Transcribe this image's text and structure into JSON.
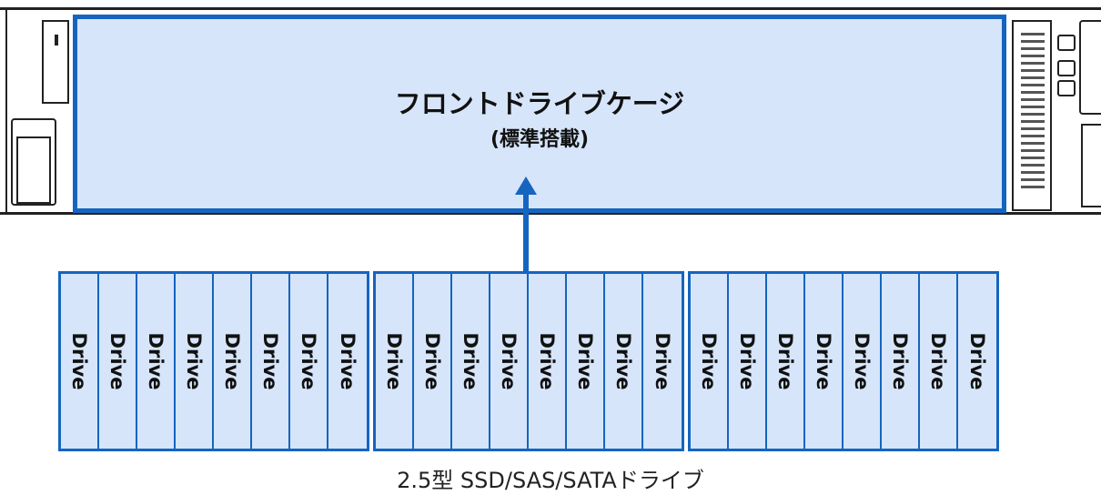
{
  "cage": {
    "title": "フロントドライブケージ",
    "subtitle": "(標準搭載)"
  },
  "drive_label": "Drive",
  "bays": [
    {
      "drives": [
        "Drive",
        "Drive",
        "Drive",
        "Drive",
        "Drive",
        "Drive",
        "Drive",
        "Drive"
      ]
    },
    {
      "drives": [
        "Drive",
        "Drive",
        "Drive",
        "Drive",
        "Drive",
        "Drive",
        "Drive",
        "Drive"
      ]
    },
    {
      "drives": [
        "Drive",
        "Drive",
        "Drive",
        "Drive",
        "Drive",
        "Drive",
        "Drive",
        "Drive"
      ]
    }
  ],
  "caption": "2.5型 SSD/SAS/SATAドライブ",
  "colors": {
    "accent": "#1565c0",
    "fill": "#d6e5fa",
    "outline": "#222222"
  }
}
